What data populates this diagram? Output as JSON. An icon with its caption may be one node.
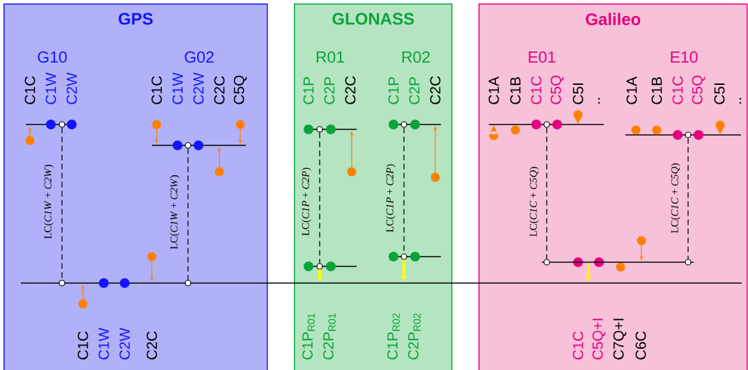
{
  "diagram": {
    "nodes": [
      {
        "text": [
          "GPS"
        ]
      },
      {
        "text": [
          "GLONASS"
        ]
      },
      {
        "text": [
          "Galileo"
        ]
      },
      {
        "text": [],
        "shape": "circle",
        "in": 0
      },
      {
        "text": [],
        "shape": "circle",
        "in": 0
      },
      {
        "text": [],
        "shape": "circle",
        "in": 0
      },
      {
        "text": [],
        "shape": "circle",
        "in": 0
      },
      {
        "text": [],
        "shape": "circle",
        "in": 1
      },
      {
        "text": [],
        "shape": "circle",
        "in": 1
      },
      {
        "text": [],
        "shape": "circle",
        "in": 1
      },
      {
        "text": [],
        "shape": "circle",
        "in": 1
      },
      {
        "text": [],
        "shape": "circle",
        "in": 2
      },
      {
        "text": [],
        "shape": "circle",
        "in": 2
      },
      {
        "text": [],
        "shape": "circle",
        "in": 2
      },
      {
        "text": [],
        "shape": "circle",
        "in": 2
      }
    ],
    "edges": [
      {
        "from": 3,
        "to": 5,
        "arrow": "none",
        "style": "dashed",
        "label": "LC(*C1W* + *C2W*)"
      },
      {
        "from": 4,
        "to": 6,
        "arrow": "none",
        "style": "dashed",
        "label": "LC(*C1W* + *C2W*)"
      },
      {
        "from": 7,
        "to": 8,
        "arrow": "none",
        "style": "dashed",
        "label": "LC(*C1P* + *C2P*)"
      },
      {
        "from": 9,
        "to": 10,
        "arrow": "none",
        "style": "dashed",
        "label": "LC(*C1P* + *C2P*)"
      },
      {
        "from": 11,
        "to": 13,
        "arrow": "none",
        "style": "dashed",
        "label": "LC(*C1C* + *C5Q*)"
      },
      {
        "from": 12,
        "to": 14,
        "arrow": "none",
        "style": "dashed",
        "label": "LC(*C1C* + *C5Q*)"
      },
      {
        "from": 13,
        "to": 14,
        "arrow": "none"
      },
      {
        "from": 8,
        "to": null,
        "arrow": "to",
        "style": "thick",
        "color": "#ffff00"
      },
      {
        "from": 10,
        "to": null,
        "arrow": "to",
        "style": "thick",
        "color": "#ffff00"
      }
    ],
    "labels": [
      "G10",
      "C1C",
      "C1W",
      "C2W",
      "G02",
      "C1C",
      "C1W",
      "C2W",
      "C2C",
      "C5Q",
      "R01",
      "C1P",
      "C2P",
      "C2C",
      "R02",
      "C1P",
      "C2P",
      "C2C",
      "E01",
      "C1A",
      "C1B",
      "C1C",
      "C5Q",
      "C5I",
      "..",
      "E10",
      "C1A",
      "C1B",
      "C1C",
      "C5Q",
      "C5I",
      "..",
      "C1C",
      "C1W",
      "C2W",
      "C2C",
      "C1P$_{R01}$",
      "C2P$_{R01}$",
      "C1P$_{R02}$",
      "C2P$_{R02}$",
      "C1C",
      "C5Q+I",
      "C7Q+I",
      "C6C"
    ]
  }
}
